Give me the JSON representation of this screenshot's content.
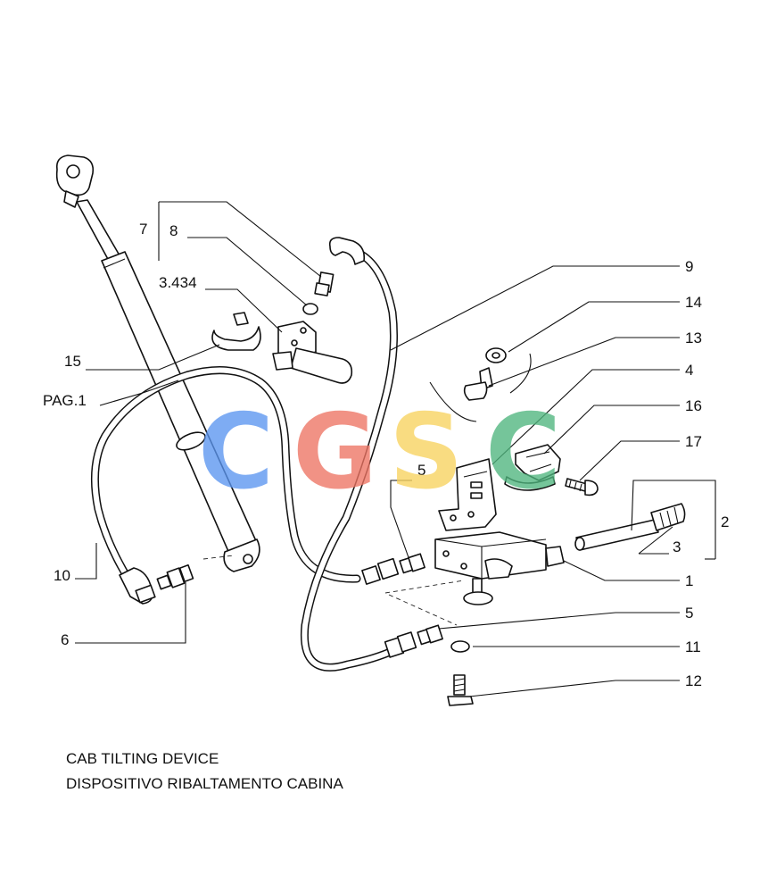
{
  "caption": {
    "line1": "CAB TILTING DEVICE",
    "line2": "DISPOSITIVO RIBALTAMENTO CABINA"
  },
  "watermark": {
    "letters": [
      {
        "char": "C",
        "color": "#5b95f0"
      },
      {
        "char": "G",
        "color": "#ee7463"
      },
      {
        "char": "S",
        "color": "#f8d35e"
      },
      {
        "char": "C",
        "color": "#4fb67e"
      }
    ]
  },
  "callouts": {
    "c1": "1",
    "c2": "2",
    "c3": "3",
    "c4": "4",
    "c5a": "5",
    "c5b": "5",
    "c6": "6",
    "c7": "7",
    "c8": "8",
    "c9": "9",
    "c10": "10",
    "c11": "11",
    "c12": "12",
    "c13": "13",
    "c14": "14",
    "c15": "15",
    "c16": "16",
    "c17": "17",
    "ref3434": "3.434",
    "pag1": "PAG.1"
  }
}
